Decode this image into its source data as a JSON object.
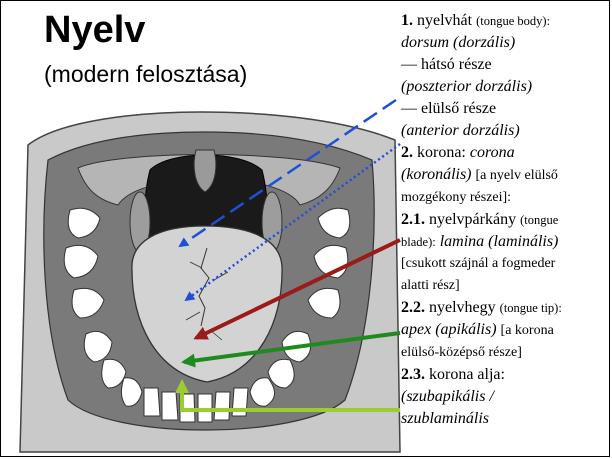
{
  "title": "Nyelv",
  "subtitle": "(modern felosztása)",
  "legend": {
    "item1_num": "1.",
    "item1_main": "nyelvhát",
    "item1_en": "(tongue body):",
    "item1_latin": "dorsum (dorzális)",
    "item1_back": "— hátsó része",
    "item1_back_latin": "(poszterior dorzális)",
    "item1_front": "— elülső része",
    "item1_front_latin": "(anterior dorzális)",
    "item2_num": "2.",
    "item2_main": "korona:",
    "item2_latin": "corona",
    "item2_latin2": "(koronális)",
    "item2_note": "[a nyelv elülső",
    "item2_note2": "mozgékony részei]:",
    "item21_num": "2.1.",
    "item21_main": "nyelvpárkány",
    "item21_en": "(tongue",
    "item21_en2": "blade):",
    "item21_latin": "lamina (laminális)",
    "item21_note": "[csukott szájnál a fogmeder",
    "item21_note2": "alatti rész]",
    "item22_num": "2.2.",
    "item22_main": "nyelvhegy",
    "item22_en": "(tongue tip):",
    "item22_latin": "apex (apikális)",
    "item22_note": "[a korona",
    "item22_note2": "elülső-középső része]",
    "item23_num": "2.3.",
    "item23_main": "korona alja:",
    "item23_latin": "(szubapikális /",
    "item23_latin2": "szublaminális"
  },
  "colors": {
    "arrow_back_dorsum": "#1f4fd6",
    "arrow_front_dorsum": "#1f4fd6",
    "arrow_lamina": "#9b1a1a",
    "arrow_apex": "#1f8a1f",
    "arrow_subapical": "#9acd32"
  }
}
